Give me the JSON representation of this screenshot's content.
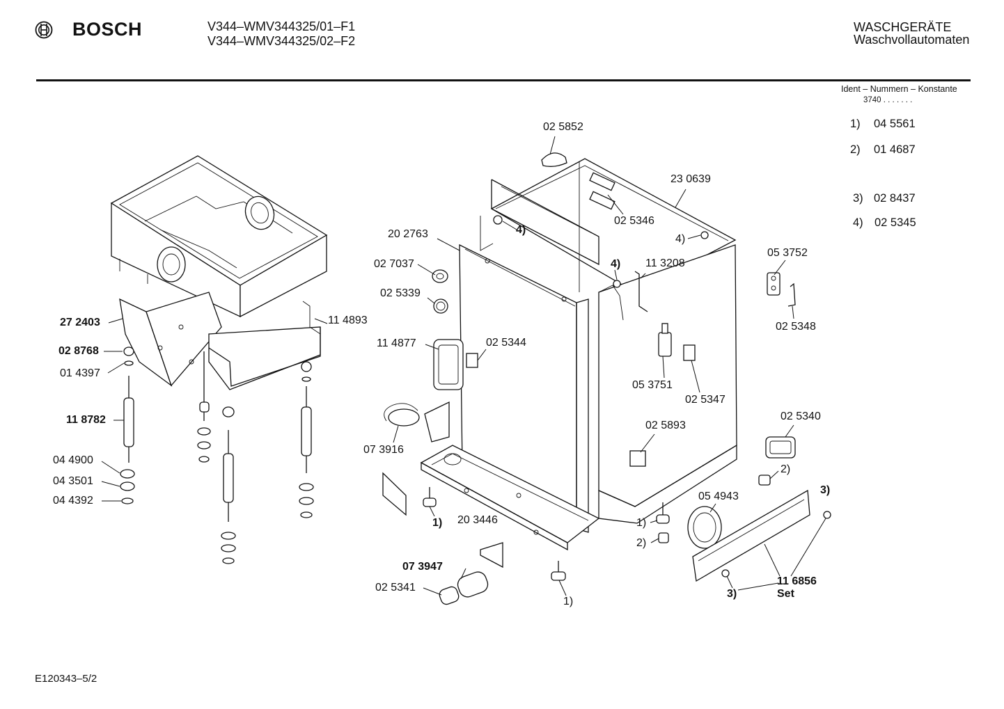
{
  "header": {
    "brand": "BOSCH",
    "model_lines": [
      "V344–WMV344325/01–F1",
      "V344–WMV344325/02–F2"
    ],
    "category": "WASCHGERÄTE",
    "subcategory": "Waschvollautomaten"
  },
  "ident": {
    "title": "Ident – Nummern – Konstante",
    "value": "3740  .  .  .  .  .  .  ."
  },
  "legend": [
    {
      "key": "1)",
      "part": "04 5561"
    },
    {
      "key": "2)",
      "part": "01 4687"
    },
    {
      "key": "3)",
      "part": "02 8437"
    },
    {
      "key": "4)",
      "part": "02 5345"
    }
  ],
  "labels": {
    "p025852": "02 5852",
    "p230639": "23 0639",
    "p025346": "02 5346",
    "p202763": "20 2763",
    "p027037": "02 7037",
    "p025339": "02 5339",
    "p113208": "11 3208",
    "p053752": "05 3752",
    "p025348": "02 5348",
    "p272403": "27 2403",
    "p114893": "11 4893",
    "p028768": "02 8768",
    "p014397": "01 4397",
    "p114877": "11 4877",
    "p025344": "02 5344",
    "p118782": "11 8782",
    "p053751": "05 3751",
    "p025347": "02 5347",
    "p073916": "07 3916",
    "p025893": "02 5893",
    "p025340": "02 5340",
    "p044900": "04 4900",
    "p043501": "04 3501",
    "p044392": "04 4392",
    "p054943": "05 4943",
    "p203446": "20 3446",
    "p073947": "07 3947",
    "p025341": "02 5341",
    "p116856": "11 6856",
    "set": "Set",
    "ref4a": "4)",
    "ref4b": "4)",
    "ref4c": "4)",
    "ref2a": "2)",
    "ref2b": "2)",
    "ref3a": "3)",
    "ref3b": "3)",
    "ref1a": "1)",
    "ref1b": "1)",
    "ref1c": "1)"
  },
  "footer": {
    "code": "E120343–5/2"
  }
}
